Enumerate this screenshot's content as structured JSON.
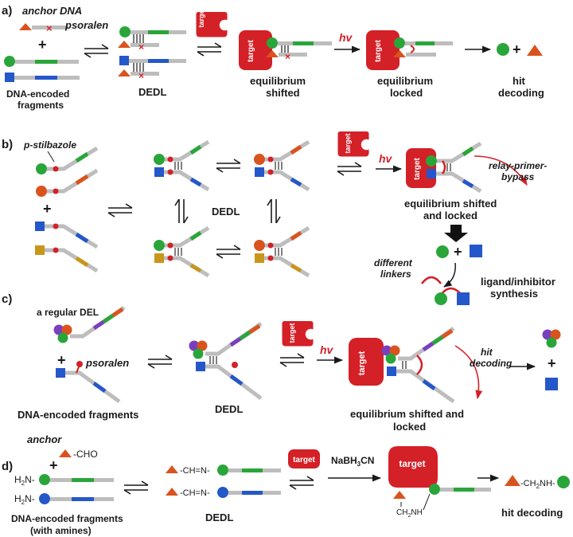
{
  "colors": {
    "strand": "#bdbdbd",
    "green": "#2aa53a",
    "blue": "#2457c9",
    "orange": "#d9531e",
    "red": "#d42027",
    "purple": "#7a3fbf",
    "gold": "#c8961a",
    "text": "#1a1a1a"
  },
  "panels": {
    "a": {
      "letter": "a)",
      "anchor_dna": "anchor DNA",
      "psoralen": "psoralen",
      "plus": "+",
      "fragments_line1": "DNA-encoded",
      "fragments_line2": "fragments",
      "dedl": "DEDL",
      "target": "target",
      "hv": "hv",
      "shifted_line1": "equilibrium",
      "shifted_line2": "shifted",
      "locked_line1": "equilibrium",
      "locked_line2": "locked",
      "hit_line1": "hit",
      "hit_line2": "decoding"
    },
    "b": {
      "letter": "b)",
      "p_stilbazole": "p-stilbazole",
      "plus": "+",
      "dedl": "DEDL",
      "target": "target",
      "hv": "hv",
      "relay_line1": "relay-primer-",
      "relay_line2": "bypass",
      "shifted_line1": "equilibrium shifted",
      "shifted_line2": "and locked",
      "plus2": "+",
      "linkers_line1": "different",
      "linkers_line2": "linkers",
      "synthesis_line1": "ligand/inhibitor",
      "synthesis_line2": "synthesis"
    },
    "c": {
      "letter": "c)",
      "regular_del": "a regular DEL",
      "plus": "+",
      "psoralen": "psoralen",
      "fragments": "DNA-encoded fragments",
      "dedl": "DEDL",
      "target": "target",
      "hv": "hv",
      "hit_line1": "hit",
      "hit_line2": "decoding",
      "shifted_line1": "equilibrium shifted and",
      "shifted_line2": "locked",
      "plus2": "+"
    },
    "d": {
      "letter": "d)",
      "anchor": "anchor",
      "cho": "CHO",
      "plus": "+",
      "h2n": "H",
      "h2n_sub": "2",
      "h2n_tail": "N",
      "imine": "CH=N",
      "dedl": "DEDL",
      "target": "target",
      "reagent": "NaBH",
      "reagent_sub": "3",
      "reagent_tail": "CN",
      "ch2nh": "CH",
      "ch2nh_sub": "2",
      "ch2nh_tail": "NH",
      "product": "-CH",
      "product_sub": "2",
      "product_tail": "NH-",
      "fragments_line1": "DNA-encoded fragments",
      "fragments_line2": "(with amines)",
      "hit": "hit decoding"
    }
  }
}
